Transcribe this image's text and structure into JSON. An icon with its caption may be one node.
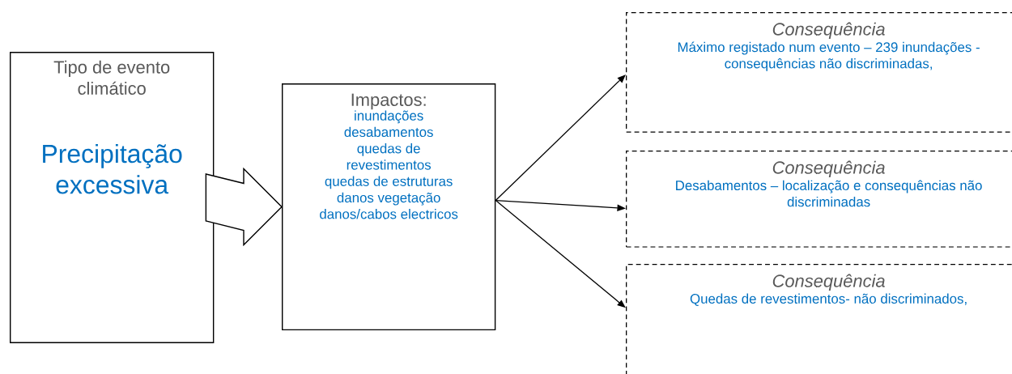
{
  "diagram": {
    "nodes": [
      {
        "text": [
          "Tipo de evento climático",
          "Precipitação excessiva"
        ]
      },
      {
        "text": [
          "Impactos:",
          "inundações",
          "desabamentos",
          "quedas de revestimentos",
          "quedas de estruturas",
          "danos vegetação",
          "danos/cabos electricos"
        ]
      },
      {
        "text": [
          "Consequência",
          "Máximo registado num evento – 239 inundações - consequências não discriminadas,"
        ]
      },
      {
        "text": [
          "Consequência",
          "Desabamentos – localização e consequências não discriminadas"
        ]
      },
      {
        "text": [
          "Consequência",
          "Quedas de revestimentos- não discriminados,"
        ]
      }
    ],
    "edges": [
      {
        "from": 0,
        "to": 1,
        "arrow": "to",
        "style": "thick"
      },
      {
        "from": 1,
        "to": 2,
        "arrow": "to"
      },
      {
        "from": 1,
        "to": 3,
        "arrow": "to"
      },
      {
        "from": 1,
        "to": 4,
        "arrow": "to"
      }
    ]
  }
}
